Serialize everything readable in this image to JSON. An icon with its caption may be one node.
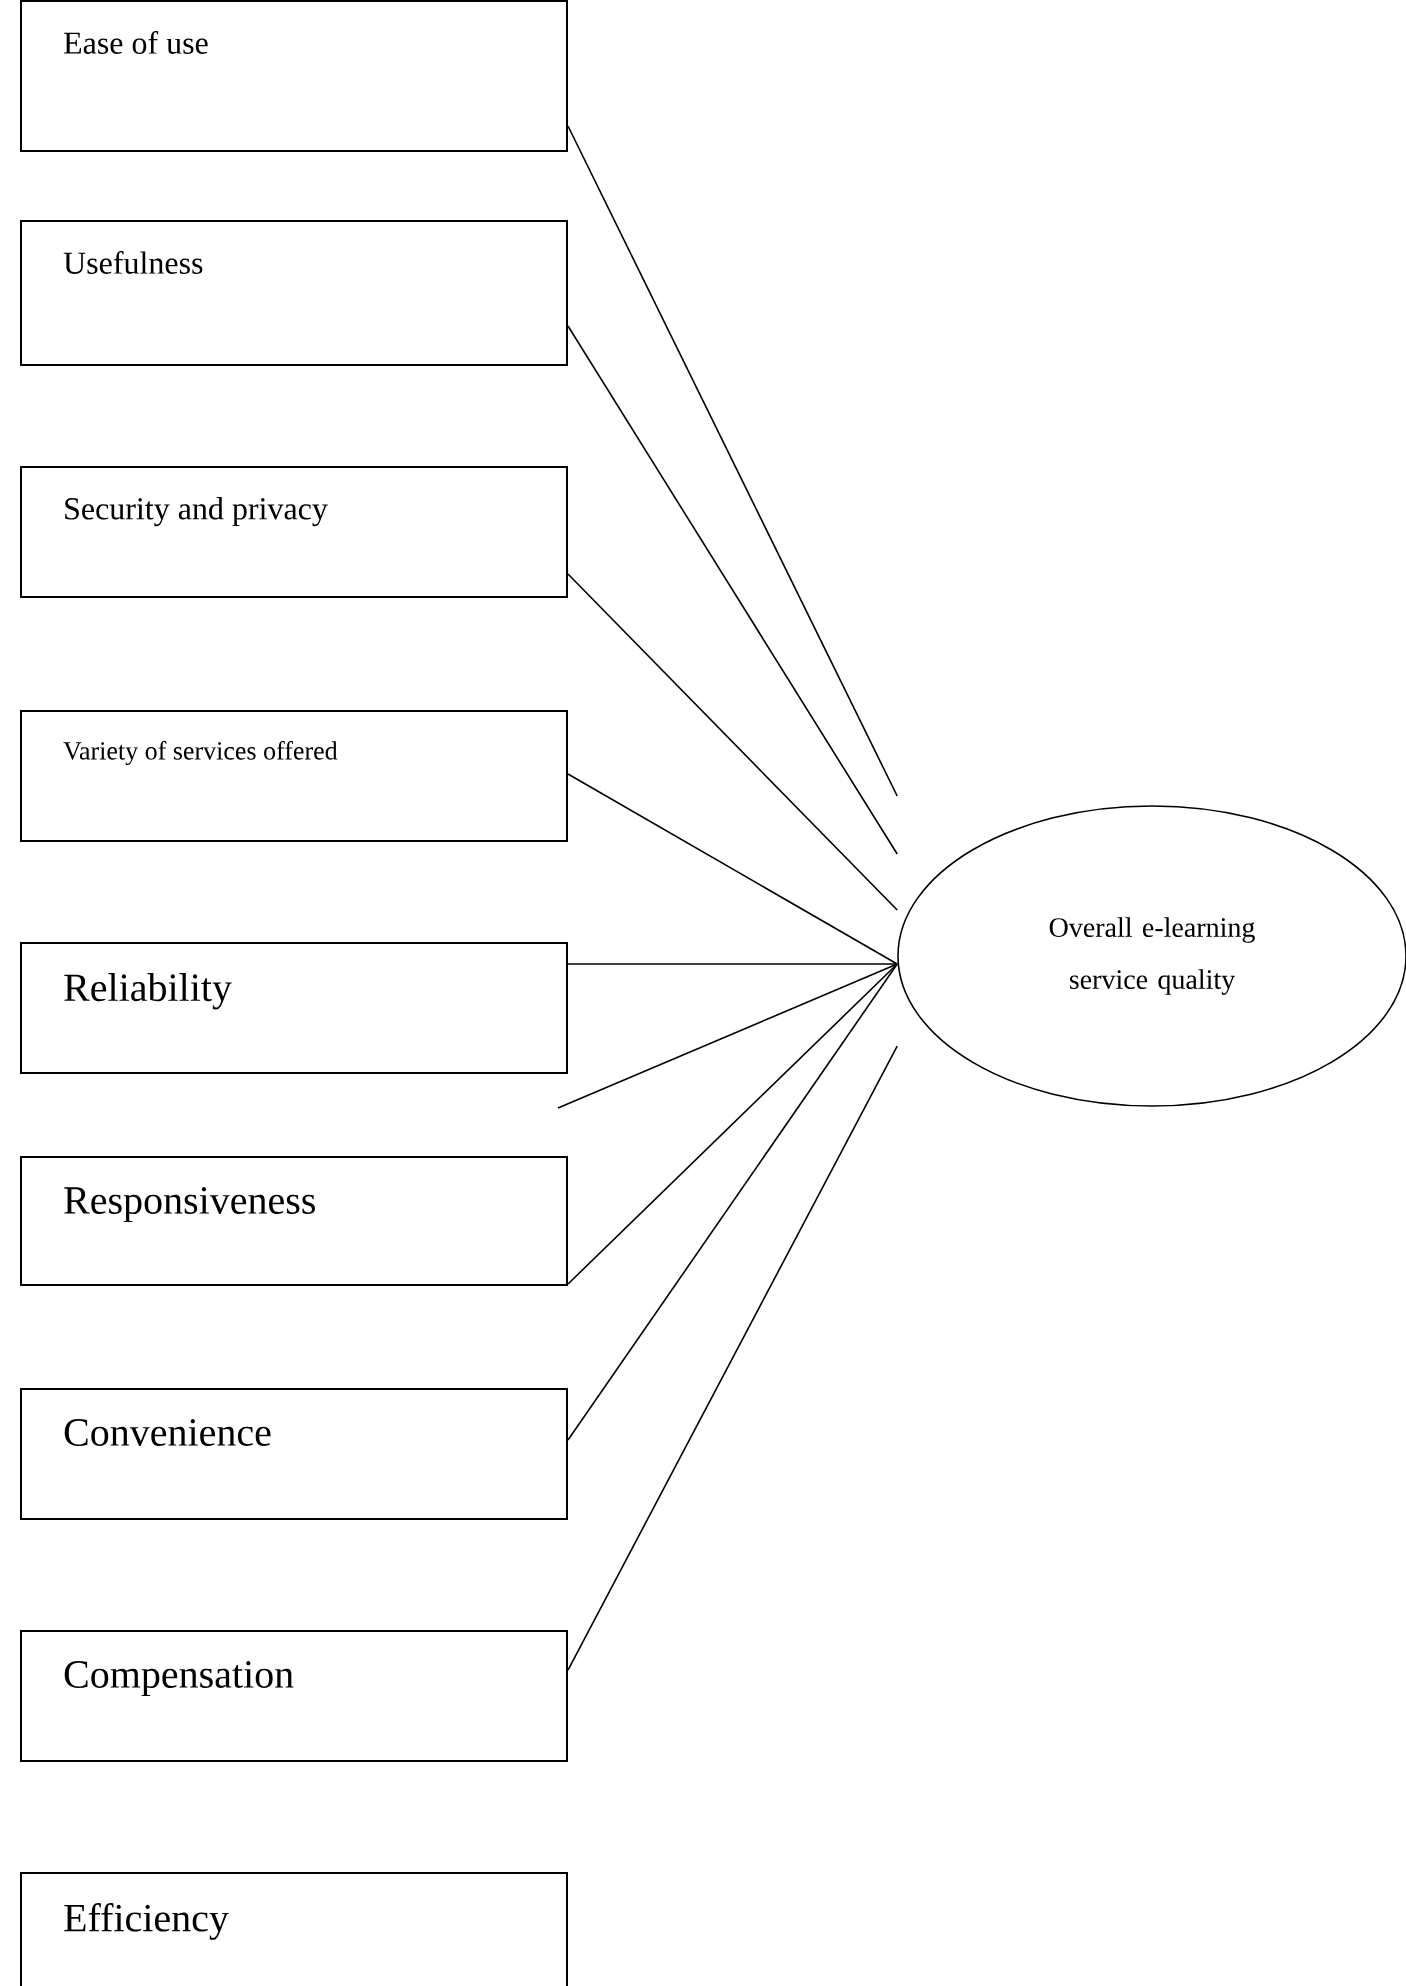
{
  "diagram": {
    "nodes": [
      {
        "text": [
          "Ease of use"
        ]
      },
      {
        "text": [
          "Usefulness"
        ]
      },
      {
        "text": [
          "Security and privacy"
        ]
      },
      {
        "text": [
          "Variety of services offered"
        ]
      },
      {
        "text": [
          "Reliability"
        ]
      },
      {
        "text": [
          "Responsiveness"
        ]
      },
      {
        "text": [
          "Convenience"
        ]
      },
      {
        "text": [
          "Compensation"
        ]
      },
      {
        "text": [
          "Efficiency"
        ]
      },
      {
        "text": [
          "Overall e-learning service quality"
        ]
      }
    ],
    "edges": [
      {
        "from": 0,
        "to": 9,
        "arrow": "none"
      },
      {
        "from": 1,
        "to": 9,
        "arrow": "none"
      },
      {
        "from": 2,
        "to": 9,
        "arrow": "none"
      },
      {
        "from": 3,
        "to": 9,
        "arrow": "none"
      },
      {
        "from": 4,
        "to": 9,
        "arrow": "none"
      },
      {
        "from": null,
        "to": 9,
        "arrow": "none"
      },
      {
        "from": 5,
        "to": 9,
        "arrow": "none"
      },
      {
        "from": 6,
        "to": 9,
        "arrow": "none"
      },
      {
        "from": 7,
        "to": 9,
        "arrow": "none"
      }
    ]
  }
}
